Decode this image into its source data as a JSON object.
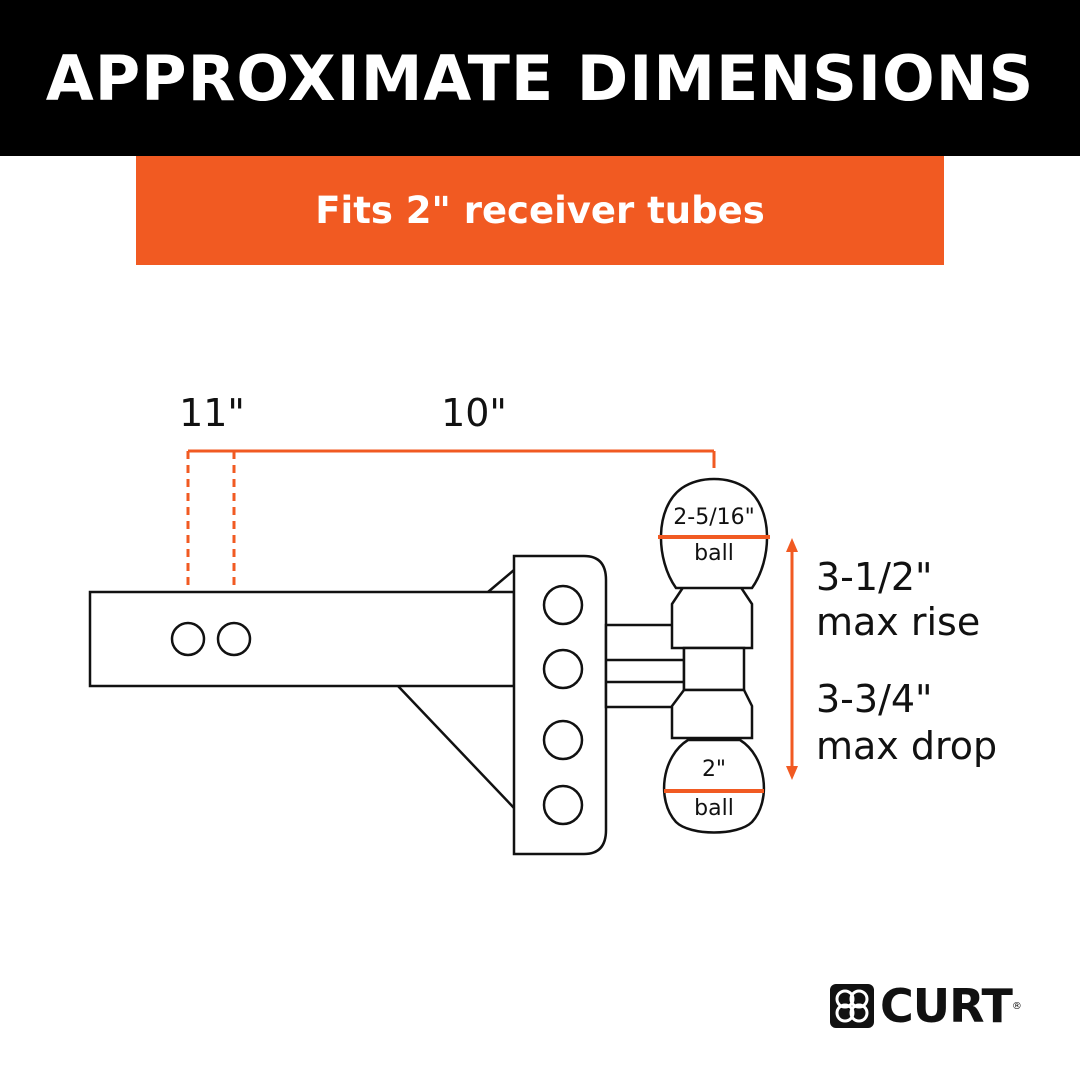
{
  "header": {
    "title": "APPROXIMATE DIMENSIONS"
  },
  "banner": {
    "text": "Fits 2\" receiver tubes"
  },
  "dimensions": {
    "shank_length": "11\"",
    "pin_to_ball": "10\"",
    "top_ball_size": "2-5/16\"",
    "top_ball_word": "ball",
    "bottom_ball_size": "2\"",
    "bottom_ball_word": "ball",
    "rise_value": "3-1/2\"",
    "rise_label": "max rise",
    "drop_value": "3-3/4\"",
    "drop_label": "max drop"
  },
  "brand": {
    "name": "CURT",
    "trademark": "®"
  },
  "colors": {
    "accent": "#f15a22",
    "header_bg": "#000000",
    "line": "#111111"
  }
}
